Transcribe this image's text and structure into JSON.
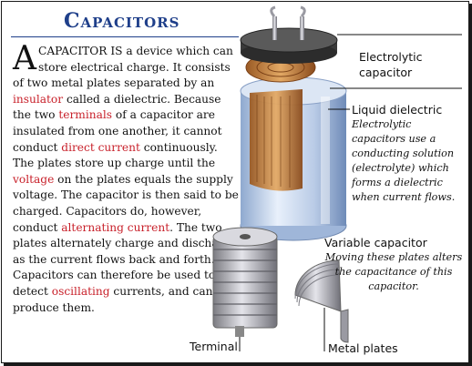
{
  "page": {
    "title": "Capacitors"
  },
  "article": {
    "drop_cap": "A",
    "segments": [
      {
        "text": "CAPACITOR IS a device which can store electrical charge. It consists of two metal plates separated by an ",
        "link": false
      },
      {
        "text": "insulator",
        "link": true
      },
      {
        "text": " called a dielectric. Because the two ",
        "link": false
      },
      {
        "text": "terminals",
        "link": true
      },
      {
        "text": " of a capacitor are insulated from one another, it cannot conduct ",
        "link": false
      },
      {
        "text": "direct current",
        "link": true
      },
      {
        "text": " continuously. The plates store up charge until the ",
        "link": false
      },
      {
        "text": "voltage",
        "link": true
      },
      {
        "text": " on the plates equals the supply voltage. The capacitor is then said to be charged. Capacitors do, however, conduct ",
        "link": false
      },
      {
        "text": "alternating current",
        "link": true
      },
      {
        "text": ". The two plates alternately charge and discharge as the current flows back and forth. Capacitors can therefore be used to detect ",
        "link": false
      },
      {
        "text": "oscillating",
        "link": true
      },
      {
        "text": " currents, and can also produce them.",
        "link": false
      }
    ],
    "link_color": "#c8202a"
  },
  "captions": {
    "electrolytic": "Electrolytic capacitor",
    "liquid_title": "Liquid dielectric",
    "liquid_desc": "Electrolytic capacitors use a conducting solution (electrolyte) which forms a dielectric when current flows.",
    "variable_title": "Variable capacitor",
    "variable_desc": "Moving these plates alters the capacitance of this capacitor.",
    "terminal": "Terminal",
    "metal_plates": "Metal plates"
  },
  "colors": {
    "title": "#1f3f8a",
    "frame": "#1a1a1a"
  }
}
